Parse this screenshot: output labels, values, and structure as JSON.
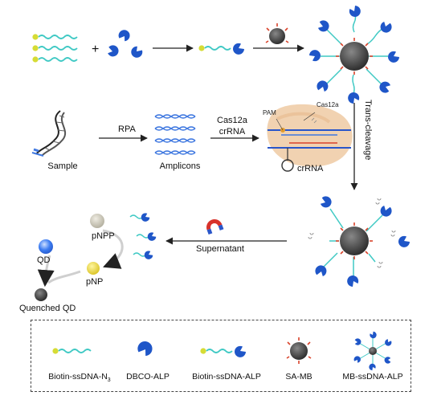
{
  "top_row": {
    "plus": "+"
  },
  "labels": {
    "rpa": "RPA",
    "cas12a_line1": "Cas12a",
    "cas12a_line2": "crRNA",
    "sample": "Sample",
    "amplicons": "Amplicons",
    "pam": "PAM",
    "cas12a_tag": "Cas12a",
    "crrna": "crRNA",
    "trans_cleavage": "Trans-cleavage",
    "supernatant": "Supernatant",
    "pnpp": "pNPP",
    "pnp": "pNP",
    "qd": "QD",
    "quenched_qd": "Quenched QD"
  },
  "legend": {
    "items": [
      {
        "label": "Biotin-ssDNA-N",
        "sub": "3"
      },
      {
        "label": "DBCO-ALP"
      },
      {
        "label": "Biotin-ssDNA-ALP"
      },
      {
        "label": "SA-MB"
      },
      {
        "label": "MB-ssDNA-ALP"
      }
    ]
  },
  "colors": {
    "dna_strand": "#3fc9c4",
    "alp_blue": "#1f56c8",
    "biotin_yellow": "#d6dc35",
    "bead": "#4a4a4a",
    "sa_red": "#d9432b",
    "magnet_red": "#d8322b",
    "magnet_blue": "#2a56c9",
    "cas_tan": "#f0cda8",
    "qd_blue": "#3d7df2",
    "pnp_yellow": "#e8d437",
    "pnpp_gray": "#c9c6b8",
    "arrow": "#222222"
  }
}
